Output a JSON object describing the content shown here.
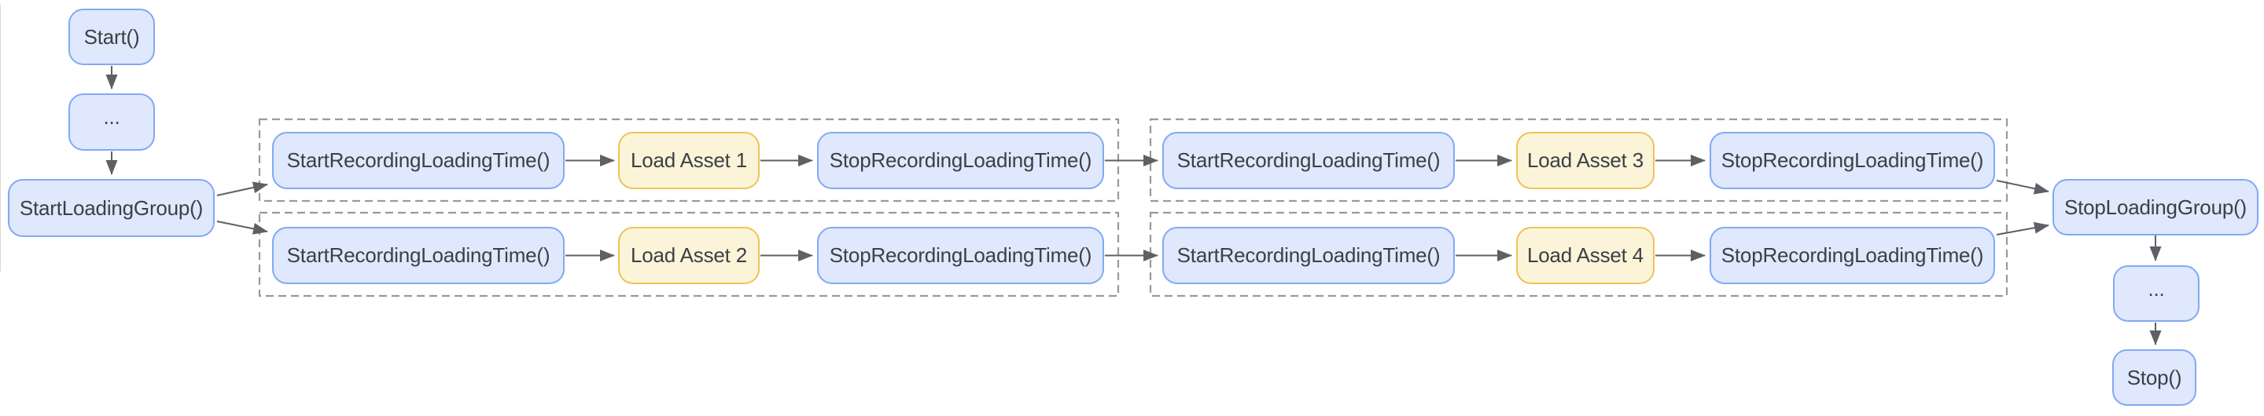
{
  "diagram": {
    "type": "flowchart",
    "colors": {
      "node_blue_fill": "#dfe8fc",
      "node_blue_border": "#81a9f5",
      "node_yellow_fill": "#fcf4d9",
      "node_yellow_border": "#edc356",
      "edge": "#5d6065",
      "cluster_border": "#9a9a9a",
      "text": "#3b4045",
      "background": "#ffffff"
    },
    "nodes": {
      "start": "Start()",
      "ellipsis_before": "...",
      "start_loading_group": "StartLoadingGroup()",
      "stop_loading_group": "StopLoadingGroup()",
      "ellipsis_after": "...",
      "stop": "Stop()"
    },
    "lanes": [
      {
        "group": 1,
        "row": 1,
        "start": "StartRecordingLoadingTime()",
        "load": "Load Asset 1",
        "stop": "StopRecordingLoadingTime()"
      },
      {
        "group": 1,
        "row": 2,
        "start": "StartRecordingLoadingTime()",
        "load": "Load Asset 2",
        "stop": "StopRecordingLoadingTime()"
      },
      {
        "group": 2,
        "row": 1,
        "start": "StartRecordingLoadingTime()",
        "load": "Load Asset 3",
        "stop": "StopRecordingLoadingTime()"
      },
      {
        "group": 2,
        "row": 2,
        "start": "StartRecordingLoadingTime()",
        "load": "Load Asset 4",
        "stop": "StopRecordingLoadingTime()"
      }
    ]
  }
}
